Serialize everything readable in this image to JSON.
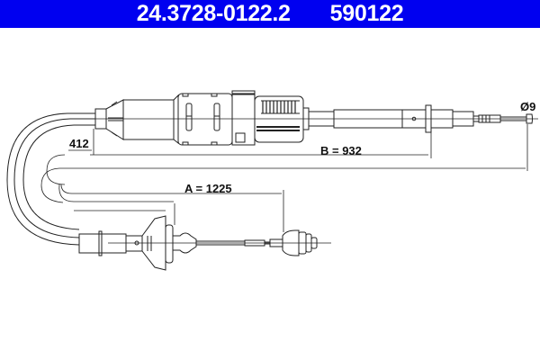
{
  "header": {
    "part_number": "24.3728-0122.2",
    "ref_number": "590122",
    "background_color": "#0000f0",
    "text_color": "#ffffff"
  },
  "dimensions": {
    "d412": "412",
    "b": "B = 932",
    "a": "A = 1225",
    "diameter": "Ø9"
  },
  "drawing": {
    "subject": "clutch-cable",
    "line_color": "#222222"
  }
}
